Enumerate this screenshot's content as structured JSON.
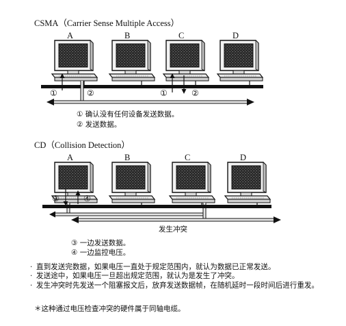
{
  "section1": {
    "title": "CSMA（Carrier Sense Multiple Access）",
    "computers": [
      "A",
      "B",
      "C",
      "D"
    ],
    "markers": [
      "①",
      "②",
      "①",
      "②"
    ],
    "notes": [
      "① 确认没有任何设备发送数据。",
      "② 发送数据。"
    ]
  },
  "section2": {
    "title": "CD（Collision Detection）",
    "computers": [
      "A",
      "B",
      "C",
      "D"
    ],
    "markers": [
      "③",
      "④"
    ],
    "collision_label": "发生冲突",
    "notes": [
      "③ 一边发送数据。",
      "④ 一边监控电压。"
    ]
  },
  "bullets": [
    "直到发送完数据，如果电压一直处于规定范围内，就认为数据已正常发送。",
    "发送途中，如果电压一旦超出规定范围，就认为是发生了冲突。",
    "发生冲突时先发送一个阻塞报文后，放弃发送数据帧，在随机延时一段时间后进行重发。"
  ],
  "bullet_mark": "·",
  "footnote": "＊这种通过电压检查冲突的硬件属于同轴电缆。",
  "icons": {
    "computer": "crt-computer-icon",
    "arrow": "arrow-icon"
  }
}
